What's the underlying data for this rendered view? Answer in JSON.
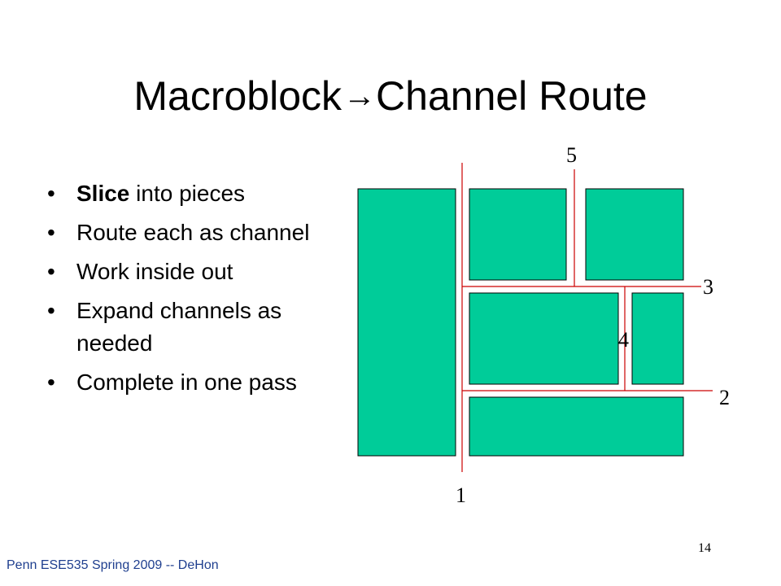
{
  "slide": {
    "title_left": "Macroblock",
    "title_arrow": "→",
    "title_right": "Channel Route",
    "bullets": [
      {
        "bold": "Slice",
        "text": " into pieces"
      },
      {
        "bold": "",
        "text": "Route each as channel"
      },
      {
        "bold": "",
        "text": "Work inside out"
      },
      {
        "bold": "",
        "text": "Expand channels as needed"
      },
      {
        "bold": "",
        "text": "Complete in one pass"
      }
    ],
    "bullet_glyph": "•"
  },
  "diagram": {
    "block_color": "#00cc99",
    "channel_color": "#cc0000",
    "channel_labels": {
      "c1": "1",
      "c2": "2",
      "c3": "3",
      "c4": "4",
      "c5": "5"
    }
  },
  "footer": {
    "text": "Penn ESE535 Spring 2009 -- DeHon",
    "page_number": "14"
  }
}
